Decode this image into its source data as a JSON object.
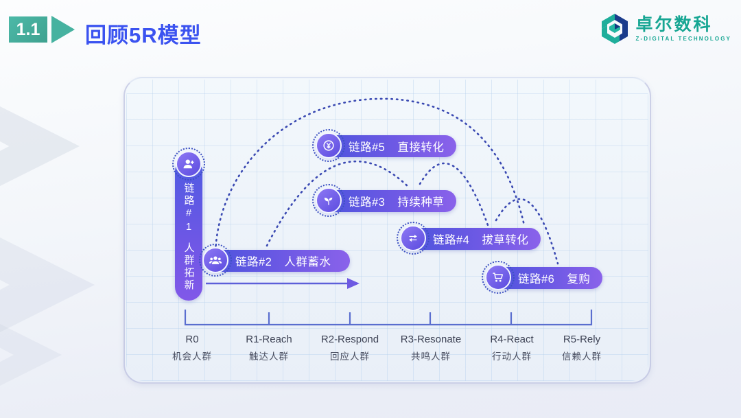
{
  "header": {
    "badge": "1.1",
    "title": "回顾5R模型"
  },
  "logo": {
    "name": "卓尔数科",
    "tagline": "Z-DIGITAL TECHNOLOGY"
  },
  "diagram": {
    "chains": [
      {
        "id": "1",
        "label": "链路#1",
        "desc": "人群拓新",
        "icon": "user-add-icon",
        "orientation": "vertical"
      },
      {
        "id": "2",
        "label": "链路#2",
        "desc": "人群蓄水",
        "icon": "users-icon"
      },
      {
        "id": "3",
        "label": "链路#3",
        "desc": "持续种草",
        "icon": "sprout-icon"
      },
      {
        "id": "4",
        "label": "链路#4",
        "desc": "拔草转化",
        "icon": "swap-arrows-icon"
      },
      {
        "id": "5",
        "label": "链路#5",
        "desc": "直接转化",
        "icon": "coin-icon"
      },
      {
        "id": "6",
        "label": "链路#6",
        "desc": "复购",
        "icon": "cart-icon"
      }
    ],
    "axis": {
      "stages": [
        {
          "en": "R0",
          "cn": "机会人群"
        },
        {
          "en": "R1-Reach",
          "cn": "触达人群"
        },
        {
          "en": "R2-Respond",
          "cn": "回应人群"
        },
        {
          "en": "R3-Resonate",
          "cn": "共鸣人群"
        },
        {
          "en": "R4-React",
          "cn": "行动人群"
        },
        {
          "en": "R5-Rely",
          "cn": "信赖人群"
        }
      ]
    }
  },
  "colors": {
    "title_blue": "#3b53f0",
    "brand_teal": "#17a693",
    "badge_teal": "#46b2a0",
    "pill_gradient_start": "#4a54dc",
    "pill_gradient_end": "#8a62ea",
    "arc_blue": "#3a49b2",
    "axis_blue": "#5a6ecf",
    "board_bg": "#eef3fa"
  }
}
